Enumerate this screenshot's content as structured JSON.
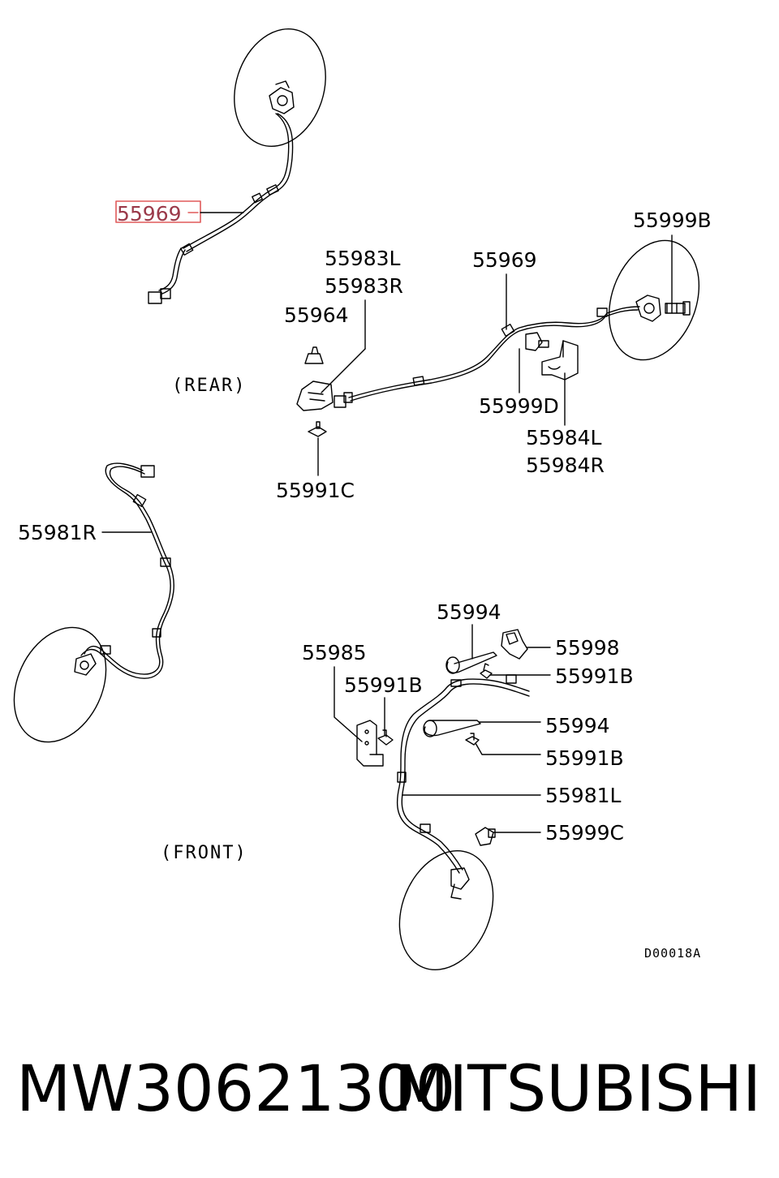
{
  "labels": {
    "p55969_highlight": "55969",
    "p55969": "55969",
    "p55999B": "55999B",
    "p55983L": "55983L",
    "p55983R": "55983R",
    "p55964": "55964",
    "p55999D": "55999D",
    "p55984L": "55984L",
    "p55984R": "55984R",
    "p55991C": "55991C",
    "p55981R": "55981R",
    "p55994_top": "55994",
    "p55998": "55998",
    "p55985": "55985",
    "p55991B_a": "55991B",
    "p55991B_b": "55991B",
    "p55994_mid": "55994",
    "p55991B_c": "55991B",
    "p55981L": "55981L",
    "p55999C": "55999C"
  },
  "captions": {
    "rear": "(REAR)",
    "front": "(FRONT)"
  },
  "diagram_code": "D00018A",
  "footer": {
    "part_number": "MW30621300",
    "brand": "MITSUBISHI"
  },
  "colors": {
    "highlight": "#e05a5a",
    "line": "#000000"
  }
}
